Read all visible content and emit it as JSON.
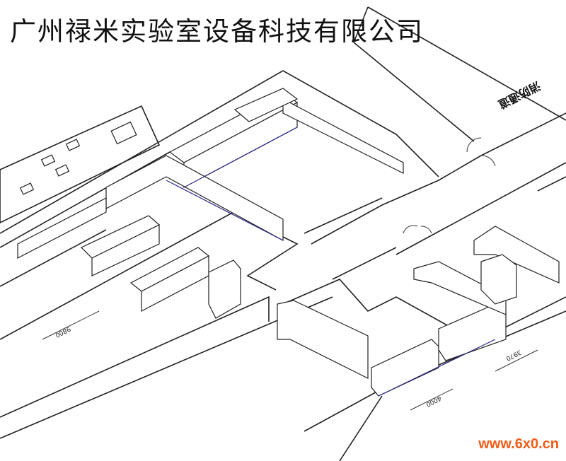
{
  "title": "广州禄米实验室设备科技有限公司",
  "labels": {
    "fire_exit": "消防通道"
  },
  "dimensions": {
    "left": "9800",
    "bottom": "4000",
    "right": "3970"
  },
  "watermark": "www.6x0.cn"
}
